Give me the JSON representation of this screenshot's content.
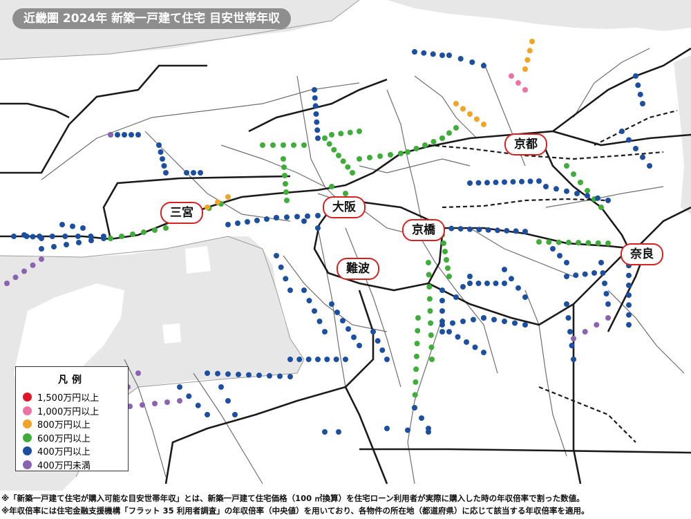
{
  "title": "近畿圏 2024年 新築一戸建て住宅 目安世帯年収",
  "cities": [
    {
      "id": "kyoto",
      "label": "京都"
    },
    {
      "id": "osaka",
      "label": "大阪"
    },
    {
      "id": "sannomiya",
      "label": "三宮"
    },
    {
      "id": "kyobashi",
      "label": "京橋"
    },
    {
      "id": "nara",
      "label": "奈良"
    },
    {
      "id": "namba",
      "label": "難波"
    }
  ],
  "legend": {
    "title": "凡例",
    "items": [
      {
        "label": "1,500万円以上",
        "color": "#e1142a"
      },
      {
        "label": "1,000万円以上",
        "color": "#ee72a6"
      },
      {
        "label": "800万円以上",
        "color": "#f0a526"
      },
      {
        "label": "600万円以上",
        "color": "#3fad3a"
      },
      {
        "label": "400万円以上",
        "color": "#1d4fa1"
      },
      {
        "label": "400万円未満",
        "color": "#8b64b1"
      }
    ]
  },
  "colors": {
    "sea": "#e7e7e7",
    "land": "#ffffff",
    "rail": "#1a1a1a",
    "title_bg": "#8e8e8e"
  },
  "footnotes": [
    "※「新築一戸建て住宅が購入可能な目安世帯年収」とは、新築一戸建て住宅価格（100 ㎡換算）を住宅ローン利用者が実際に購入した時の年収倍率で割った数値。",
    "※年収倍率には住宅金融支援機構「フラット 35 利用者調査」の年収倍率（中央値）を用いており、各物件の所在地（都道府県）に応じて該当する年収倍率を適用。"
  ]
}
